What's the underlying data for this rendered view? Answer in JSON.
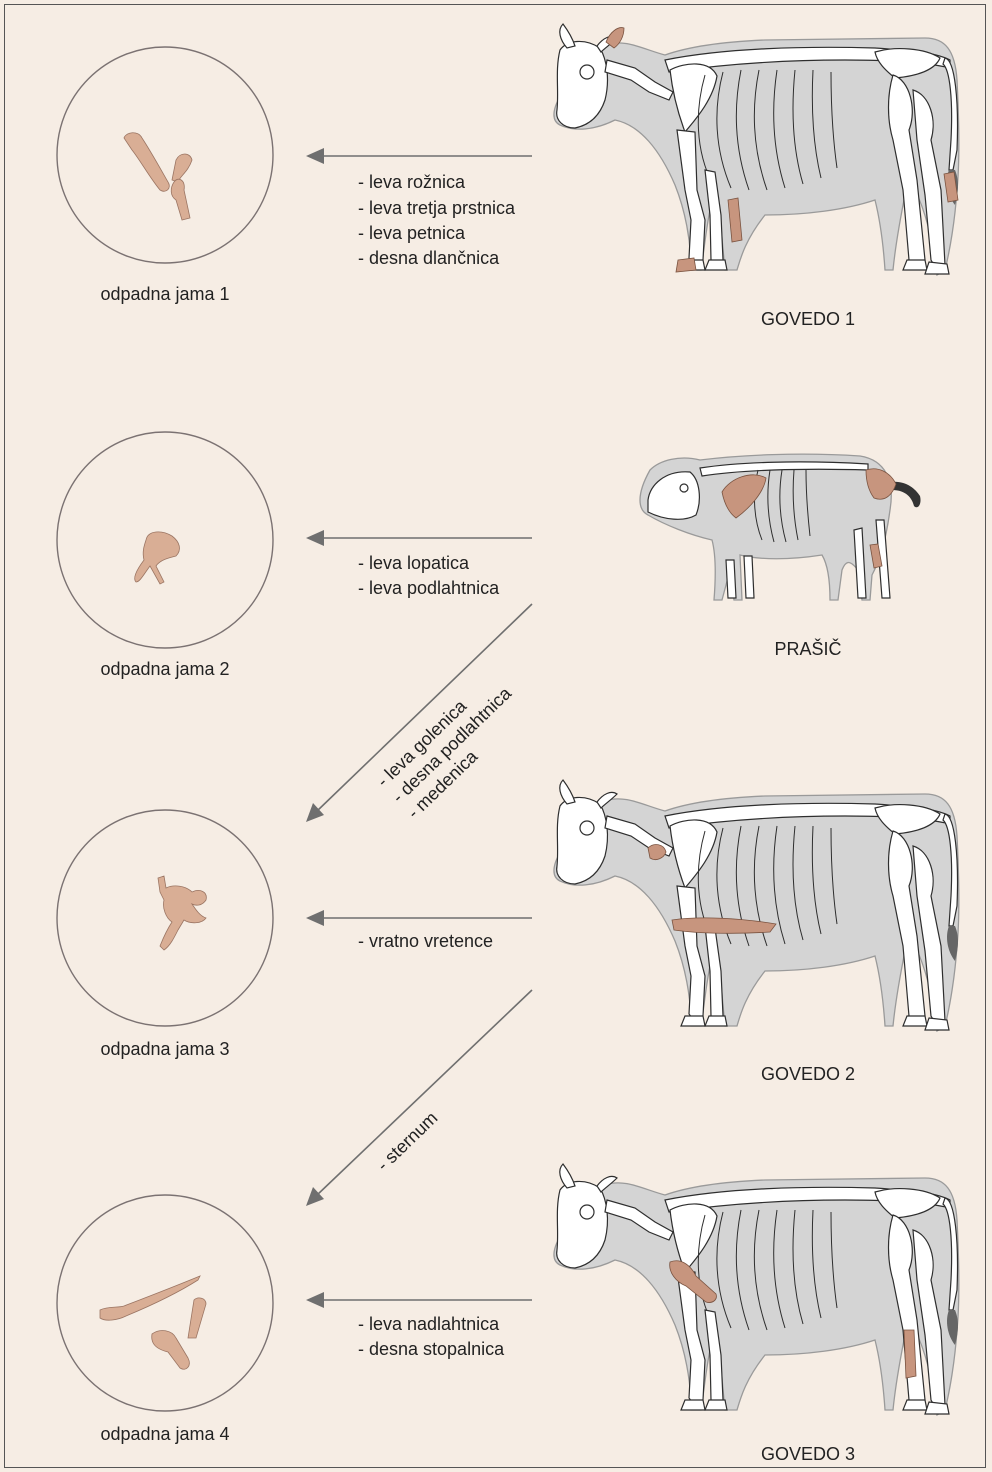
{
  "pits": [
    {
      "label": "odpadna jama 1"
    },
    {
      "label": "odpadna jama 2"
    },
    {
      "label": "odpadna jama 3"
    },
    {
      "label": "odpadna jama 4"
    }
  ],
  "animals": {
    "cattle_1": {
      "label": "GOVEDO 1"
    },
    "pig": {
      "label": "PRAŠIČ"
    },
    "cattle_2": {
      "label": "GOVEDO 2"
    },
    "cattle_3": {
      "label": "GOVEDO 3"
    }
  },
  "arrows": {
    "cattle1_to_pit1": [
      "- leva rožnica",
      "- leva tretja prstnica",
      "- leva petnica",
      "- desna dlančnica"
    ],
    "pig_to_pit2": [
      "- leva lopatica",
      "- leva podlahtnica"
    ],
    "pig_to_pit3": [
      "- leva golenica",
      "- desna podlahtnica",
      "- medenica"
    ],
    "cattle2_to_pit3": [
      "- vratno vretence"
    ],
    "cattle2_to_pit4": [
      "- sternum"
    ],
    "cattle3_to_pit4": [
      "- leva nadlahtnica",
      "- desna stopalnica"
    ]
  },
  "colors": {
    "background": "#f6ede4",
    "bone_highlight": "#d9ae95",
    "body": "#d4d4d4",
    "arrow": "#6f6f6f"
  }
}
